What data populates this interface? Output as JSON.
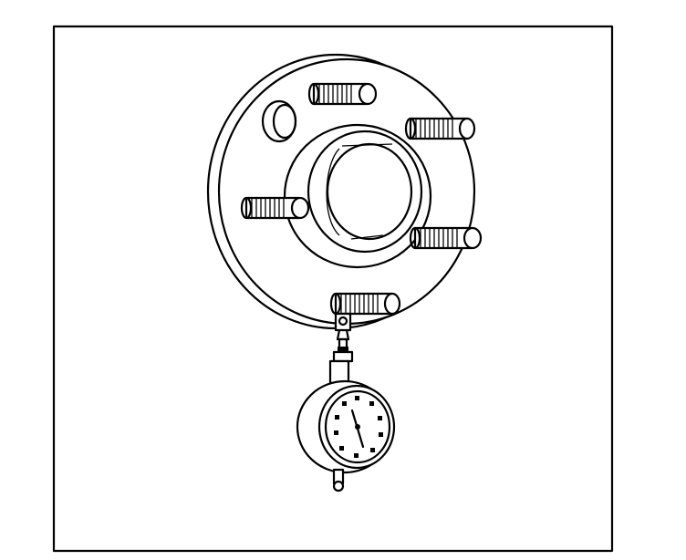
{
  "figure": {
    "subject": "wheel-hub-runout-check-with-dial-indicator",
    "colors": {
      "ink": "#000000",
      "background": "#ffffff"
    },
    "components": {
      "frame": "border-frame",
      "hub": "wheel-hub-flange",
      "studs": [
        "stud-top",
        "stud-upper-right",
        "stud-left",
        "stud-right",
        "stud-bottom"
      ],
      "indicator": "dial-indicator"
    },
    "dial": {
      "text": []
    }
  }
}
